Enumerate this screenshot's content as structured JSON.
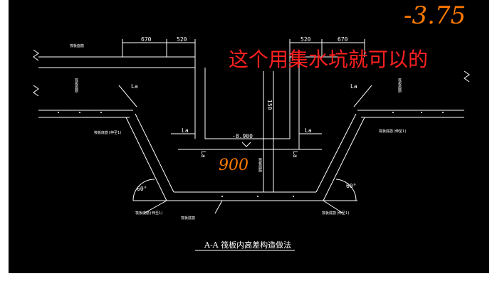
{
  "annotations": {
    "handwritten_top": "-3.75",
    "handwritten_mid": "900",
    "red_note": "这个用集水坑就可以的"
  },
  "drawing": {
    "section_title": "A-A 筏板内高差构造做法",
    "dimensions": {
      "top_left_a": "670",
      "top_left_b": "520",
      "top_right_a": "520",
      "top_right_b": "670",
      "depth": "150",
      "elevation": "-8.900",
      "la_left_top": "La",
      "la_right_top": "La",
      "la_center_left": "La",
      "la_center_right": "La",
      "la_bottom_left": "La",
      "la_bottom_right": "La"
    },
    "angles": {
      "left": "60°",
      "right": "60°"
    },
    "labels": {
      "top_left_rebar": "筏板面筋",
      "left_wall": "筏板面筋",
      "right_wall": "筏板面筋",
      "left_slope": "筏板底筋(伸至1)",
      "right_slope": "筏板底筋(伸至1)",
      "bottom_left": "筏板底筋(伸至1)",
      "bottom_center": "筏板底筋",
      "bottom_right": "筏板底筋(伸至1)",
      "center_vertical": "筏板面筋"
    }
  },
  "colors": {
    "background": "#000000",
    "lines": "#ffffff",
    "red_note": "#ff2020",
    "handwriting": "#ff7a00"
  }
}
